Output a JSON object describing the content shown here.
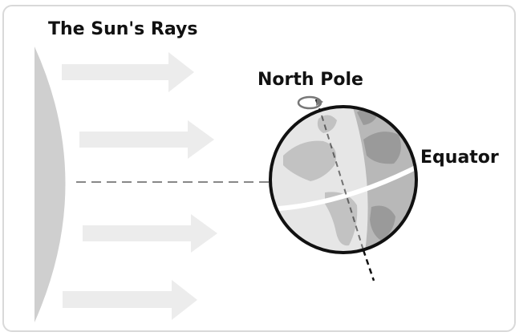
{
  "title": "The Sun's Rays",
  "labels": {
    "north_pole": "North Pole",
    "equator": "Equator"
  },
  "colors": {
    "sun": "#cfcfcf",
    "rays": "#ececec",
    "ocean": "#e6e6e6",
    "land": "#c2c2c2",
    "night_side": "#b8b8b8",
    "night_land": "#9a9a9a",
    "outline": "#111111",
    "equator": "#ffffff",
    "dashed_line": "#888888"
  },
  "icons": [
    "sun-icon",
    "ray-arrow-icon",
    "earth-globe-icon",
    "rotation-arrow-icon"
  ]
}
